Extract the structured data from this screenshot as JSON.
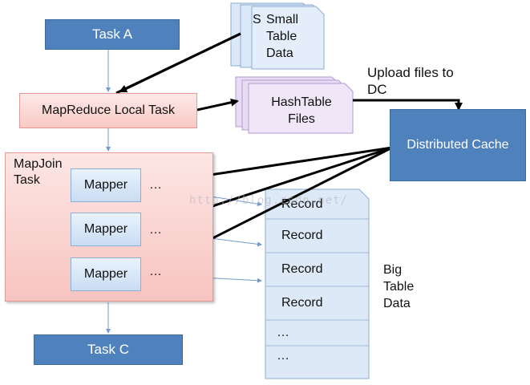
{
  "nodes": {
    "task_a": "Task A",
    "task_c": "Task C",
    "local_task": "MapReduce Local Task",
    "mapjoin_task": "MapJoin\nTask",
    "mappers": [
      "Mapper",
      "Mapper",
      "Mapper"
    ],
    "mapper_dots": [
      "…",
      "…",
      "…"
    ],
    "small_table": "Small\nTable\nData",
    "small_table_partial": "S",
    "hashtable_files": "HashTable\nFiles",
    "distributed_cache": "Distributed Cache",
    "upload_label": "Upload files to\nDC",
    "big_table_label": "Big\nTable\nData"
  },
  "big_table": {
    "rows": [
      "Record",
      "Record",
      "Record",
      "Record",
      "…",
      "…"
    ]
  },
  "watermark": "http://blog.csdn.net/",
  "colors": {
    "task_fill": "#4f81bd",
    "local_task_fill": "#fbd5d2",
    "mapper_fill": "#dce9f7",
    "small_table_fill": "#dbe8f8",
    "hashtable_fill": "#e8dcf3",
    "record_fill": "#dde9f7"
  }
}
